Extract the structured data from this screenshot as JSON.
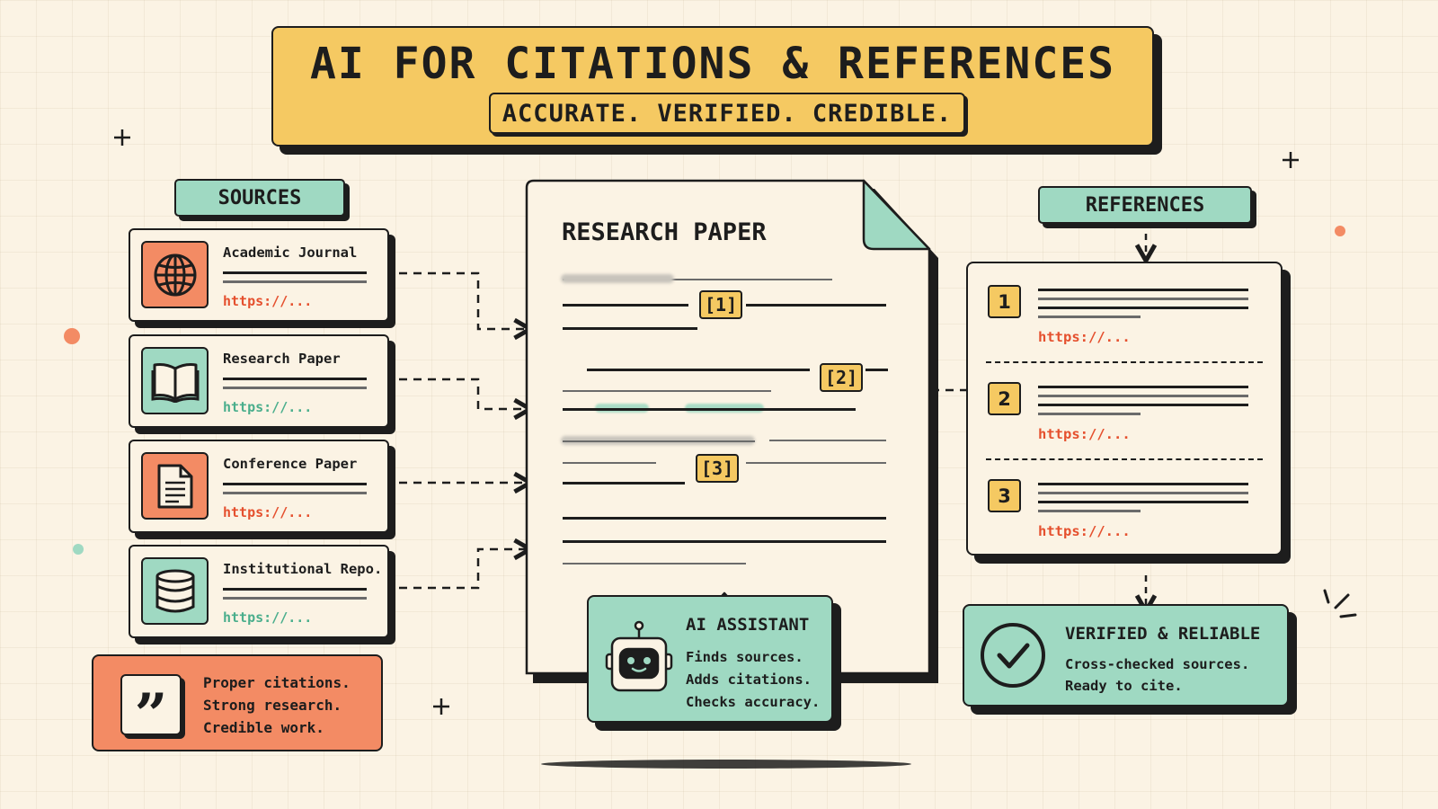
{
  "title": {
    "main": "AI FOR CITATIONS & REFERENCES",
    "subtitle": "ACCURATE. VERIFIED. CREDIBLE."
  },
  "sources": {
    "label": "SOURCES",
    "items": [
      {
        "title": "Academic Journal",
        "url": "https://...",
        "icon": "globe-icon",
        "icon_bg": "#f38b64",
        "url_color": "#e5502e"
      },
      {
        "title": "Research Paper",
        "url": "https://...",
        "icon": "open-book-icon",
        "icon_bg": "#9fd9c2",
        "url_color": "#4aae8c"
      },
      {
        "title": "Conference Paper",
        "url": "https://...",
        "icon": "document-icon",
        "icon_bg": "#f38b64",
        "url_color": "#e5502e"
      },
      {
        "title": "Institutional Repo.",
        "url": "https://...",
        "icon": "database-icon",
        "icon_bg": "#9fd9c2",
        "url_color": "#4aae8c"
      }
    ]
  },
  "paper": {
    "title": "RESEARCH PAPER",
    "citations": [
      "[1]",
      "[2]",
      "[3]"
    ]
  },
  "ai_assistant": {
    "title": "AI ASSISTANT",
    "lines": [
      "Finds sources.",
      "Adds citations.",
      "Checks accuracy."
    ]
  },
  "references": {
    "label": "REFERENCES",
    "items": [
      {
        "number": "1",
        "url": "https://..."
      },
      {
        "number": "2",
        "url": "https://..."
      },
      {
        "number": "3",
        "url": "https://..."
      }
    ]
  },
  "verified": {
    "title": "VERIFIED & RELIABLE",
    "lines": [
      "Cross-checked sources.",
      "Ready to cite."
    ]
  },
  "quote": {
    "lines": [
      "Proper citations.",
      "Strong research.",
      "Credible work."
    ]
  },
  "colors": {
    "background": "#fbf3e4",
    "yellow": "#f5c962",
    "mint": "#9fd9c2",
    "coral": "#f38b64",
    "ink": "#1d1d1d"
  }
}
